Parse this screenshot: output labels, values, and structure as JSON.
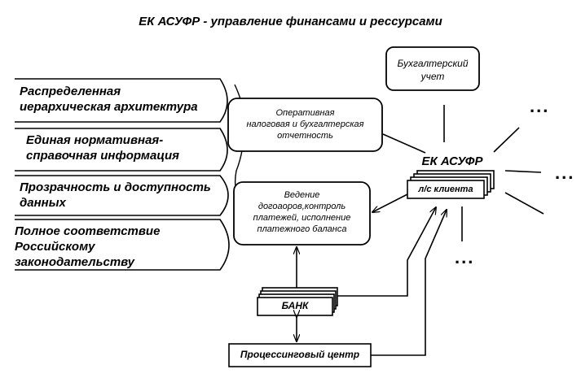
{
  "title": "ЕК АСУФР - управление финансами и рессурсами",
  "features": [
    {
      "line1": "Распределенная",
      "line2": "иерархическая архитектура",
      "line3": ""
    },
    {
      "line1": "Единая нормативная-",
      "line2": "справочная информация",
      "line3": ""
    },
    {
      "line1": "Прозрачность и доступность",
      "line2": "данных",
      "line3": ""
    },
    {
      "line1": "Полное соответствие",
      "line2": "Российскому",
      "line3": "законодательству"
    }
  ],
  "operational_reporting": {
    "line1": "Оперативная",
    "line2": "налоговая и бухгалтерская",
    "line3": "отчетность"
  },
  "contracts": {
    "line1": "Ведение",
    "line2": "догоаоров,контроль",
    "line3": "платежей, исполнение",
    "line4": "платежного баланса"
  },
  "accounting": {
    "line1": "Бухгалтерский",
    "line2": "учет"
  },
  "center": {
    "label": "ЕК АСУФР",
    "account": "л/с клиента"
  },
  "bank": {
    "label": "БАНК"
  },
  "processing": {
    "label": "Процессинговый центр"
  },
  "ellipsis": "..."
}
